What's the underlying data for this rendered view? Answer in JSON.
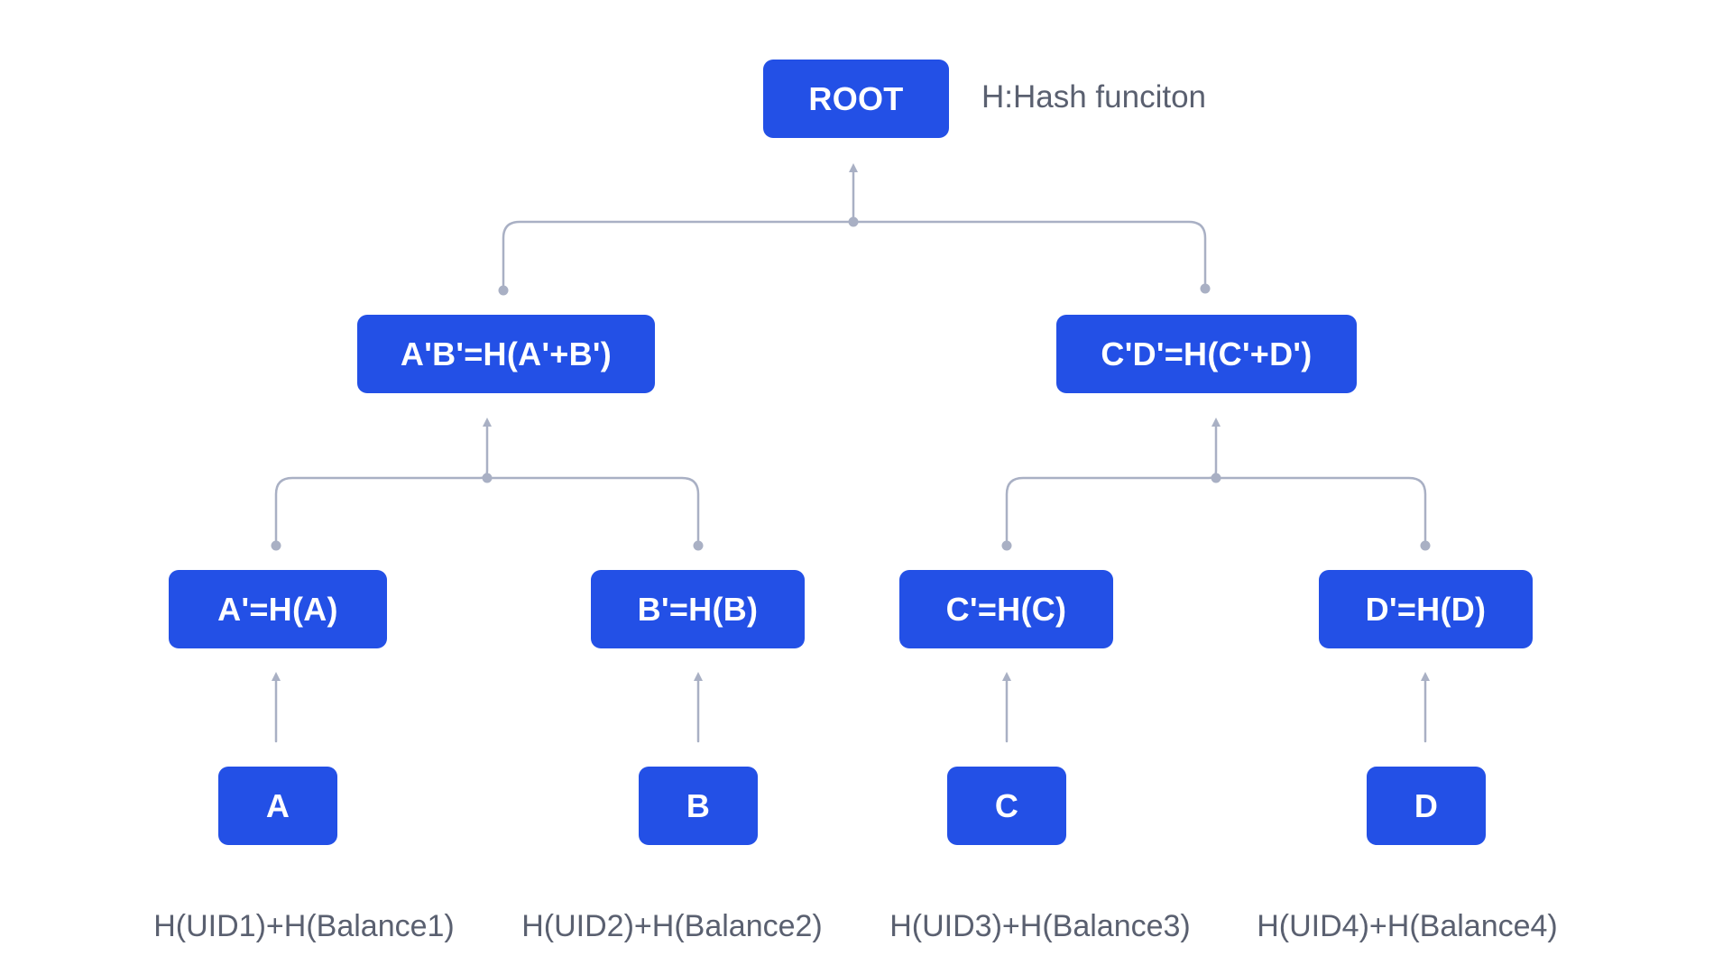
{
  "legend": "H:Hash funciton",
  "nodes": {
    "root": "ROOT",
    "ab": "A'B'=H(A'+B')",
    "cd": "C'D'=H(C'+D')",
    "a_hash": "A'=H(A)",
    "b_hash": "B'=H(B)",
    "c_hash": "C'=H(C)",
    "d_hash": "D'=H(D)",
    "a": "A",
    "b": "B",
    "c": "C",
    "d": "D"
  },
  "leaf_labels": {
    "a": "H(UID1)+H(Balance1)",
    "b": "H(UID2)+H(Balance2)",
    "c": "H(UID3)+H(Balance3)",
    "d": "H(UID4)+H(Balance4)"
  },
  "colors": {
    "node_fill": "#2350e6",
    "connector": "#a9b0c4",
    "label_text": "#5a6070"
  }
}
